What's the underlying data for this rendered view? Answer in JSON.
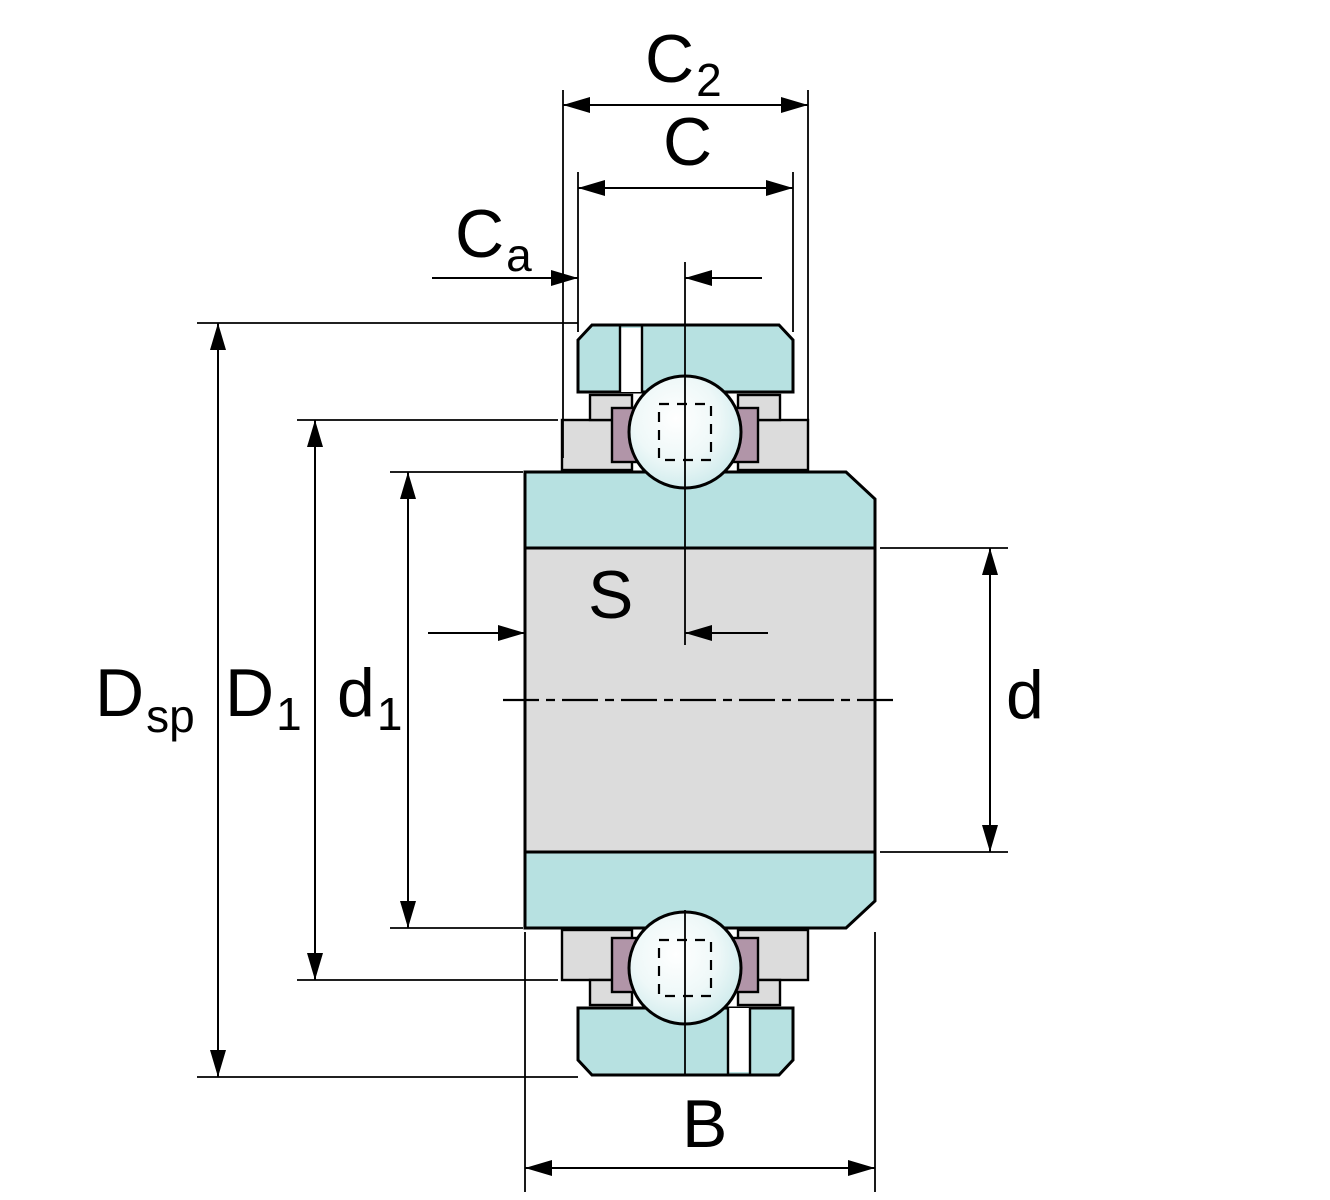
{
  "colors": {
    "part_teal": "#b7e1e1",
    "part_gray": "#dcdcdc",
    "seal_purple": "#b195a8",
    "ball_shading": "#c3e6e8",
    "line_black": "#000000",
    "background": "#ffffff"
  },
  "dimension_labels": {
    "c2": {
      "base": "C",
      "sub": "2"
    },
    "c": {
      "base": "C",
      "sub": ""
    },
    "ca": {
      "base": "C",
      "sub": "a"
    },
    "s": {
      "base": "S",
      "sub": ""
    },
    "dsp": {
      "base": "D",
      "sub": "sp"
    },
    "d1_outer": {
      "base": "D",
      "sub": "1"
    },
    "d1_inner": {
      "base": "d",
      "sub": "1"
    },
    "d": {
      "base": "d",
      "sub": ""
    },
    "b": {
      "base": "B",
      "sub": ""
    }
  }
}
